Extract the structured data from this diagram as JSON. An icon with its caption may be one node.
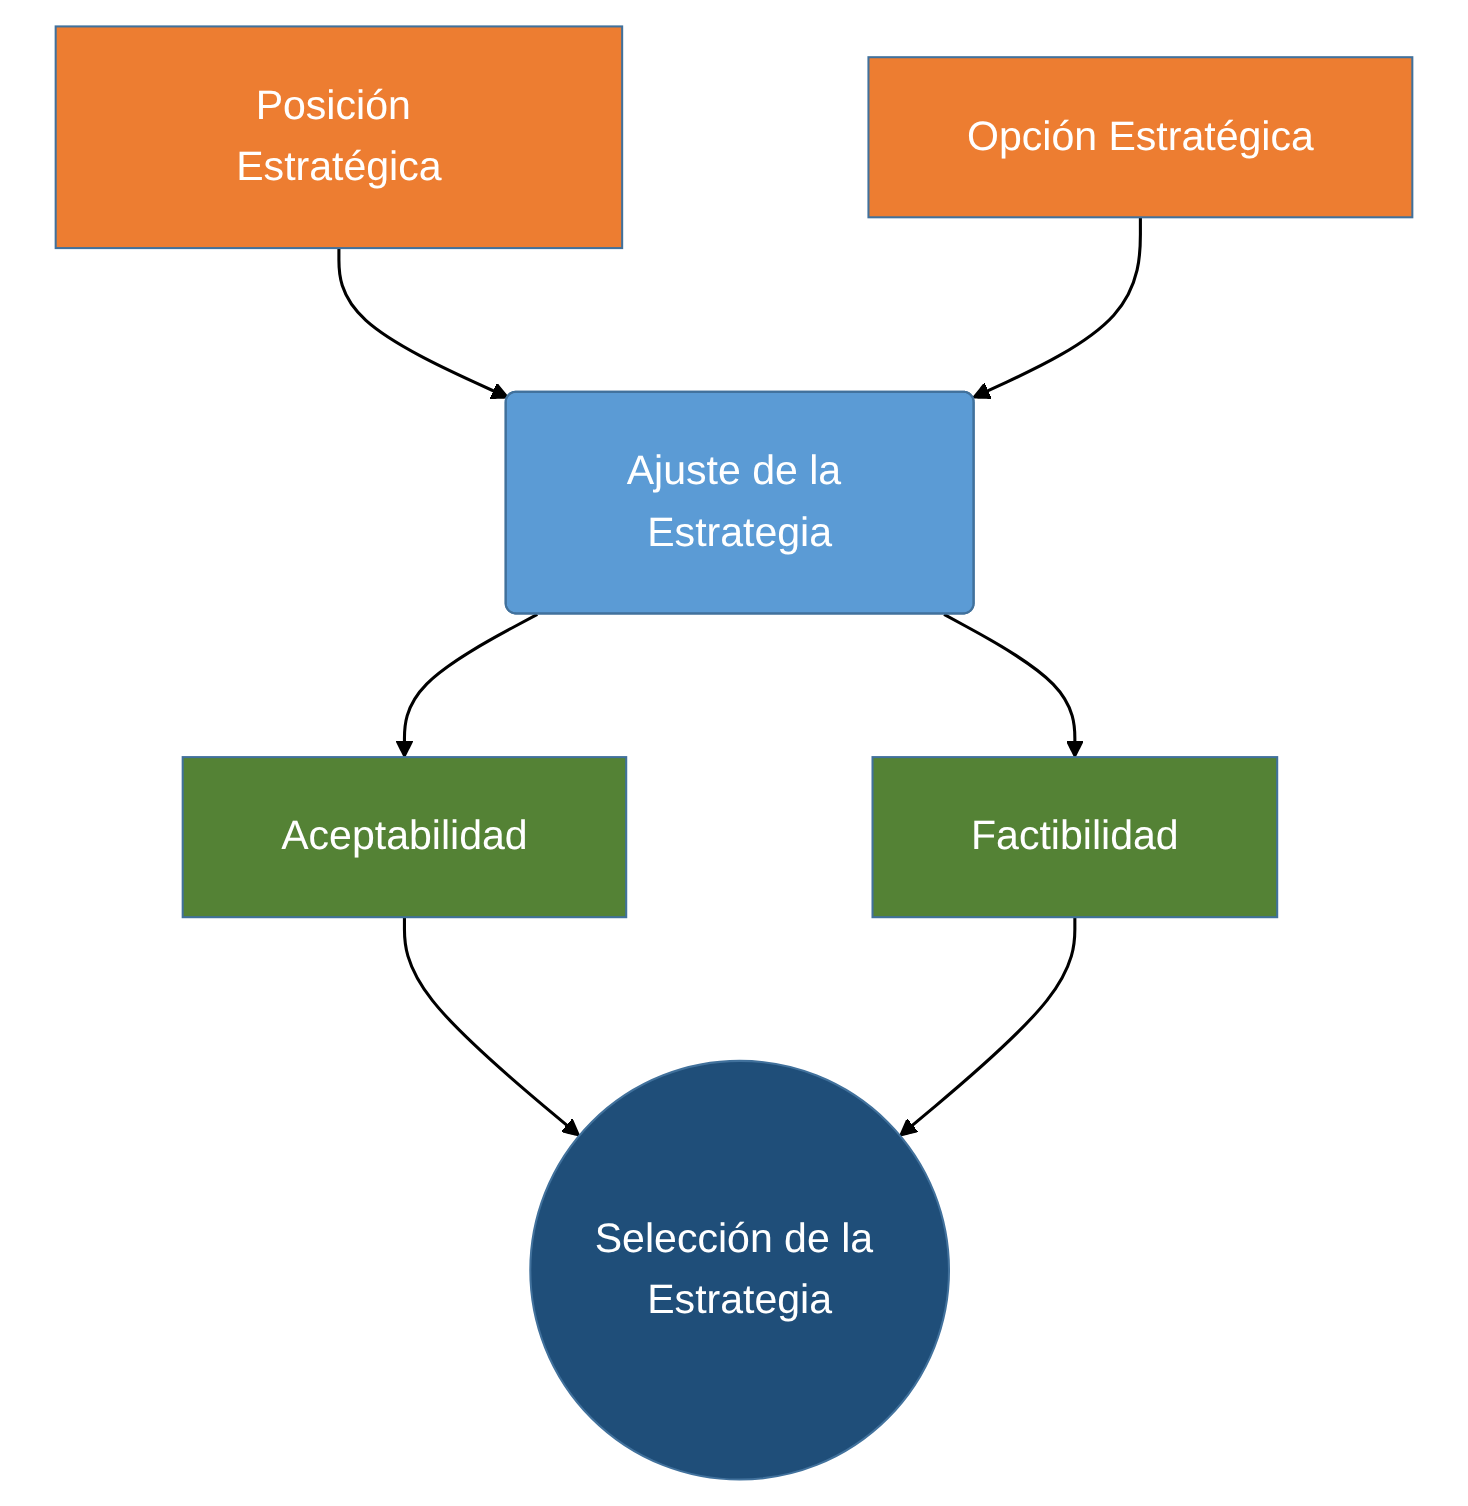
{
  "diagram": {
    "nodes": [
      {
        "text": [
          "Posición Estratégica"
        ]
      },
      {
        "text": [
          "Opción Estratégica"
        ]
      },
      {
        "text": [
          "Ajuste de la Estrategia"
        ]
      },
      {
        "text": [
          "Aceptabilidad"
        ]
      },
      {
        "text": [
          "Factibilidad"
        ]
      },
      {
        "text": [
          "Selección de la Estrategia"
        ]
      }
    ],
    "edges": [
      {
        "from": 0,
        "to": 2,
        "arrow": "to"
      },
      {
        "from": 1,
        "to": 2,
        "arrow": "to"
      },
      {
        "from": 2,
        "to": 3,
        "arrow": "to"
      },
      {
        "from": 2,
        "to": 4,
        "arrow": "to"
      },
      {
        "from": 3,
        "to": 5,
        "arrow": "to"
      },
      {
        "from": 4,
        "to": 5,
        "arrow": "to"
      }
    ]
  }
}
